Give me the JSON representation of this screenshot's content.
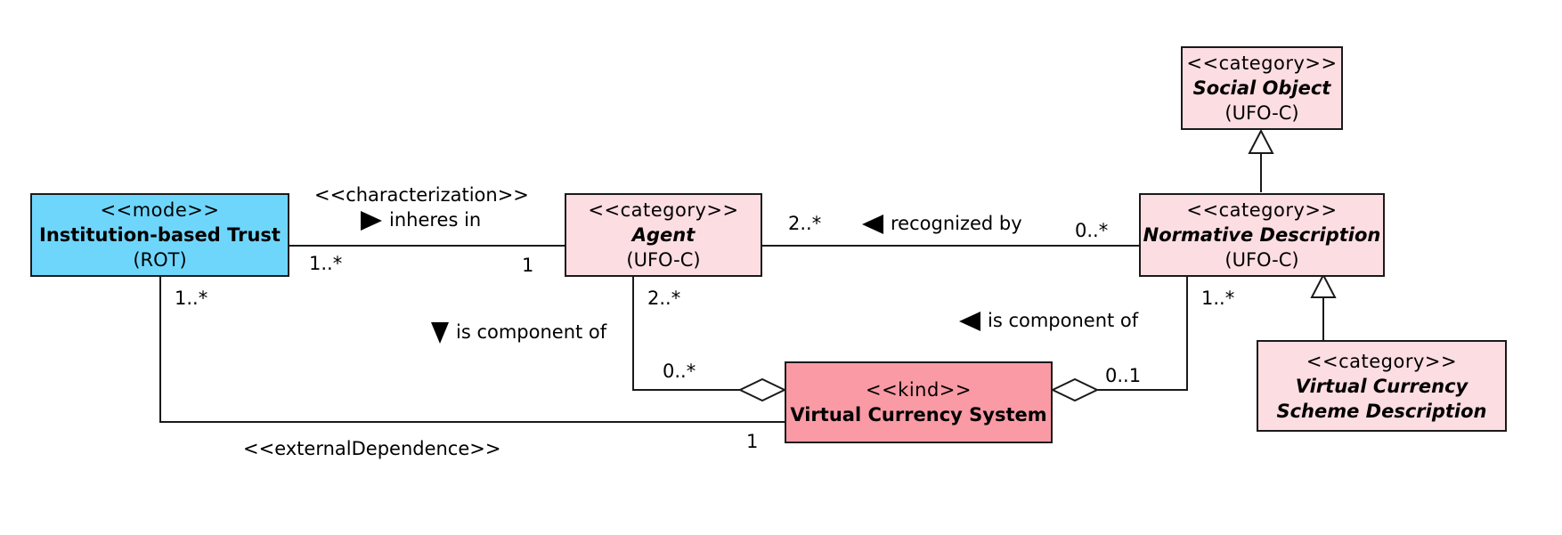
{
  "colors": {
    "mode_fill": "#6fd6fb",
    "category_fill": "#fcdde2",
    "kind_fill": "#fa9aa5",
    "line": "#1a1a1a"
  },
  "classes": {
    "trust": {
      "stereotype": "<<mode>>",
      "name": "Institution-based Trust",
      "source": "(ROT)"
    },
    "agent": {
      "stereotype": "<<category>>",
      "name": "Agent",
      "source": "(UFO-C)"
    },
    "social_object": {
      "stereotype": "<<category>>",
      "name": "Social Object",
      "source": "(UFO-C)"
    },
    "normative": {
      "stereotype": "<<category>>",
      "name": "Normative Description",
      "source": "(UFO-C)"
    },
    "vcs": {
      "stereotype": "<<kind>>",
      "name": "Virtual Currency System"
    },
    "vcsd": {
      "stereotype": "<<category>>",
      "name_line1": "Virtual Currency",
      "name_line2": "Scheme Description"
    }
  },
  "relations": {
    "characterization": {
      "stereotype": "<<characterization>>",
      "name": "inheres in",
      "arrow": "right",
      "mult_source": "1..*",
      "mult_target": "1"
    },
    "recognized_by": {
      "name": "recognized by",
      "arrow": "left",
      "mult_agent": "2..*",
      "mult_normative": "0..*"
    },
    "agent_component": {
      "name": "is component of",
      "arrow": "down",
      "mult_agent": "2..*",
      "mult_vcs": "0..*"
    },
    "normative_component": {
      "name": "is component of",
      "arrow": "left",
      "mult_normative": "1..*",
      "mult_vcs": "0..1"
    },
    "external_dependence": {
      "stereotype": "<<externalDependence>>",
      "mult_trust": "1..*",
      "mult_vcs": "1"
    }
  }
}
